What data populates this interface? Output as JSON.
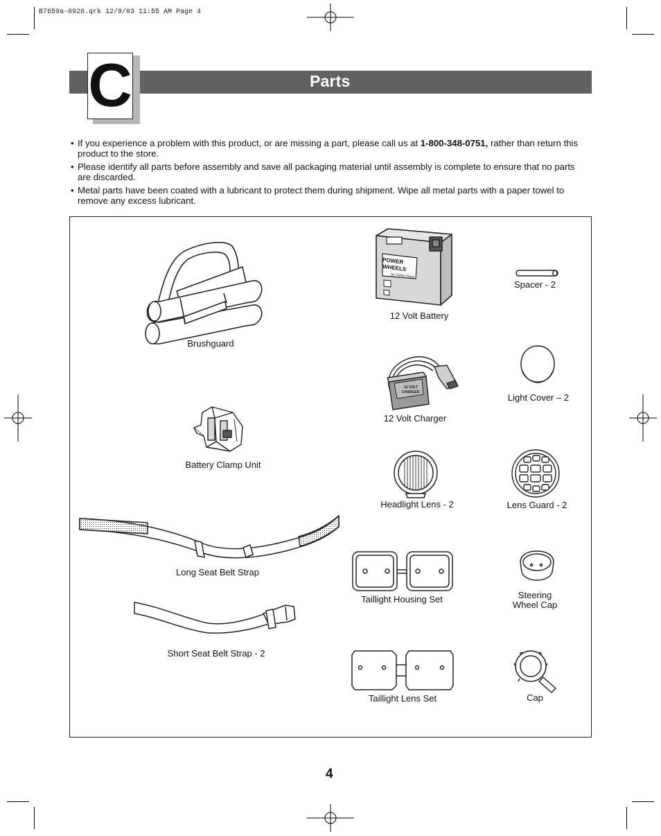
{
  "slug": "B7659a-0920.qrk  12/8/03  11:55 AM  Page 4",
  "section": {
    "letter": "C",
    "title": "Parts"
  },
  "bullets": [
    {
      "pre": "If you experience a problem with this product, or are missing a part, please call us at ",
      "phone": "1-800-348-0751,",
      "post": " rather than return this product to the store."
    },
    {
      "text": "Please identify all parts before assembly and save all packaging material until assembly is complete to ensure that no parts are discarded."
    },
    {
      "text": "Metal parts have been coated with a lubricant to protect them during shipment. Wipe all metal parts with a paper towel to remove any excess lubricant."
    }
  ],
  "parts": {
    "brushguard": "Brushguard",
    "battery": "12 Volt Battery",
    "battery_brand_1": "POWER",
    "battery_brand_2": "WHEELS",
    "battery_brand_3": "by Fisher-Price",
    "spacer": "Spacer - 2",
    "charger": "12 Volt Charger",
    "charger_text_1": "12 VOLT",
    "charger_text_2": "CHARGER",
    "light_cover": "Light Cover – 2",
    "battery_clamp": "Battery Clamp Unit",
    "headlight_lens": "Headlight Lens - 2",
    "lens_guard": "Lens Guard - 2",
    "long_belt": "Long Seat Belt Strap",
    "taillight_housing": "Taillight Housing Set",
    "steering_cap_1": "Steering",
    "steering_cap_2": "Wheel Cap",
    "short_belt": "Short Seat Belt Strap - 2",
    "taillight_lens": "Taillight Lens Set",
    "cap": "Cap"
  },
  "page_number": "4"
}
